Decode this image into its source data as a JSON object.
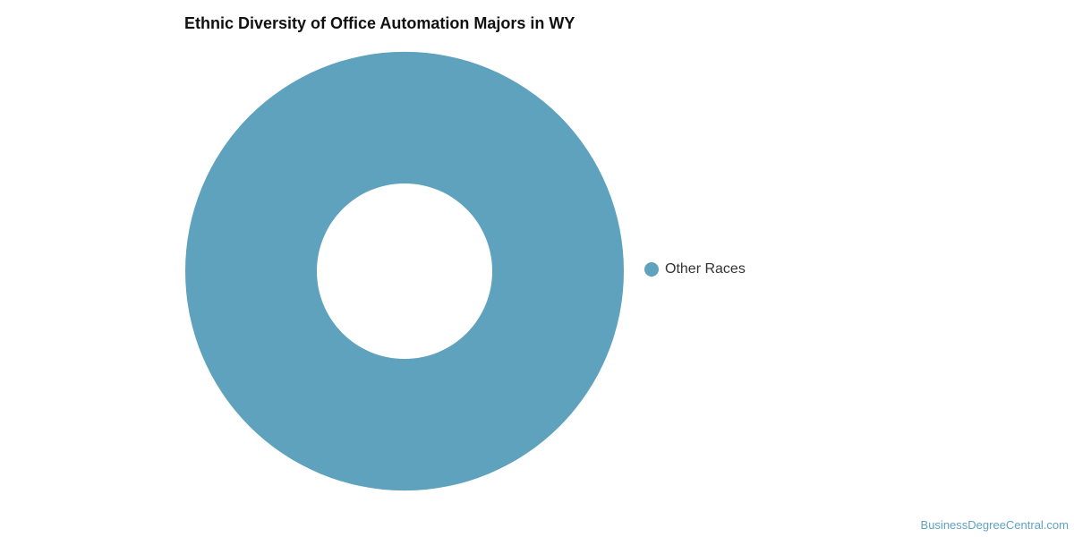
{
  "chart_data": {
    "type": "pie",
    "title": "Ethnic Diversity of Office Automation Majors in WY",
    "slices": [
      {
        "label": "Other Races",
        "value": 100,
        "color": "#5ea2be"
      }
    ],
    "donut": true,
    "legend_placement": "right"
  },
  "watermark": "BusinessDegreeCentral.com",
  "colors": {
    "background": "#ffffff",
    "title": "#111111",
    "watermark": "#5fa2c0"
  }
}
